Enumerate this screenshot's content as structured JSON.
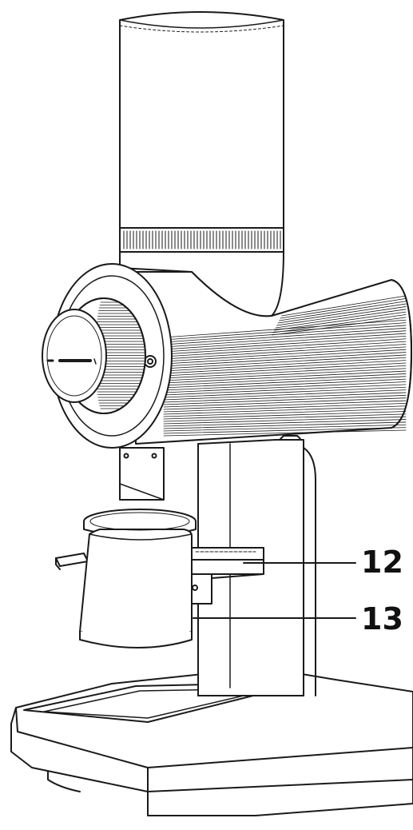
{
  "callouts": [
    {
      "number": "12",
      "target": "dosing-cup-holder-fork"
    },
    {
      "number": "13",
      "target": "dosing-cup"
    }
  ],
  "colors": {
    "line": "#1a1a1a",
    "fill": "#ffffff",
    "label": "#111111"
  }
}
